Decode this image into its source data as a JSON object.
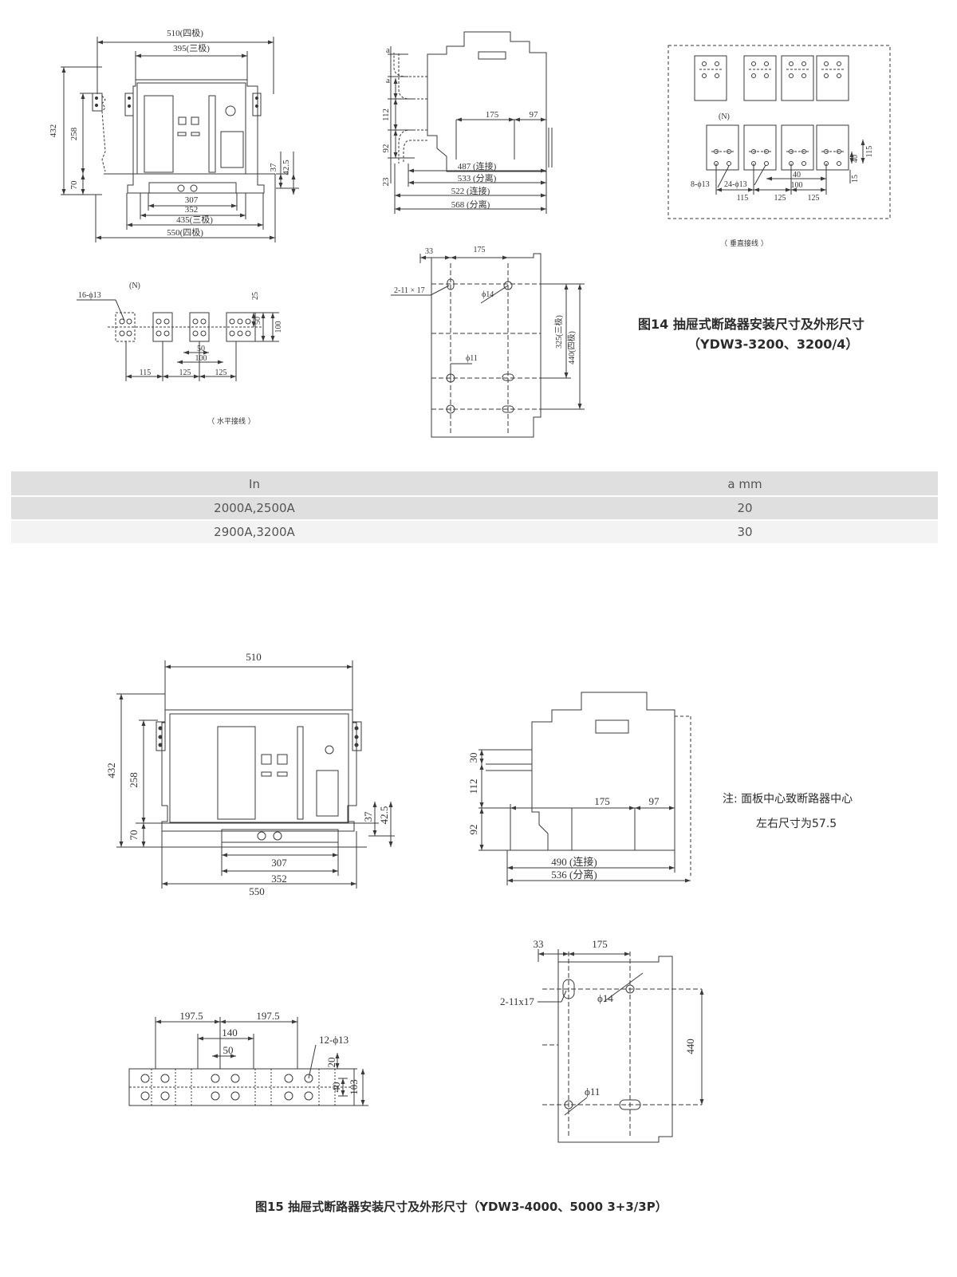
{
  "fig14": {
    "caption_line1": "图14 抽屉式断路器安装尺寸及外形尺寸",
    "caption_line2": "（YDW3-3200、3200/4）",
    "front": {
      "d510": "510(四极)",
      "d395": "395(三极)",
      "d432": "432",
      "d258": "258",
      "d70": "70",
      "d37": "37",
      "d42_5": "42.5",
      "d307": "307",
      "d352": "352",
      "d435": "435(三极)",
      "d550": "550(四极)"
    },
    "side": {
      "a1": "a",
      "a2": "a",
      "d112": "112",
      "d92": "92",
      "d23": "23",
      "d175": "175",
      "d97": "97",
      "d487": "487 (连接)",
      "d533": "533 (分离)",
      "d522": "522 (连接)",
      "d568": "568 (分离)"
    },
    "vertical": {
      "n": "(N)",
      "d8_13": "8-ϕ13",
      "d24_13": "24-ϕ13",
      "d40": "40",
      "d100": "100",
      "d115": "115",
      "d125a": "125",
      "d125b": "125",
      "d40v": "40",
      "d115v": "115",
      "d15": "15",
      "label": "（ 垂直接线 ）"
    },
    "horizontal": {
      "n": "(N)",
      "d16_13": "16-ϕ13",
      "d25": "25",
      "d50v": "50",
      "d100v": "100",
      "d50": "50",
      "d100": "100",
      "d115": "115",
      "d125a": "125",
      "d125b": "125",
      "label": "（ 水平接线 ）"
    },
    "mount": {
      "d33": "33",
      "d175": "175",
      "d2_11x17": "2-11 × 17",
      "d14": "ϕ14",
      "d11": "ϕ11",
      "d325": "325(三极)",
      "d440": "440(四极)"
    }
  },
  "table": {
    "headers": [
      "In",
      "a mm"
    ],
    "rows": [
      [
        "2000A,2500A",
        "20"
      ],
      [
        "2900A,3200A",
        "30"
      ]
    ]
  },
  "fig15": {
    "caption": "图15 抽屉式断路器安装尺寸及外形尺寸（YDW3-4000、5000 3+3/3P）",
    "note_line1": "注: 面板中心致断路器中心",
    "note_line2": "左右尺寸为57.5",
    "front": {
      "d510": "510",
      "d432": "432",
      "d258": "258",
      "d70": "70",
      "d37": "37",
      "d42_5": "42.5",
      "d307": "307",
      "d352": "352",
      "d550": "550"
    },
    "side": {
      "d30": "30",
      "d112": "112",
      "d92": "92",
      "d175": "175",
      "d97": "97",
      "d490": "490 (连接)",
      "d536": "536 (分离)"
    },
    "busbar": {
      "d197_5a": "197.5",
      "d197_5b": "197.5",
      "d140": "140",
      "d50": "50",
      "d12_13": "12-ϕ13",
      "d20": "20",
      "d40": "40",
      "d103": "103"
    },
    "mount": {
      "d33": "33",
      "d175": "175",
      "d2_11x17": "2-11x17",
      "d14": "ϕ14",
      "d11": "ϕ11",
      "d440": "440"
    }
  }
}
